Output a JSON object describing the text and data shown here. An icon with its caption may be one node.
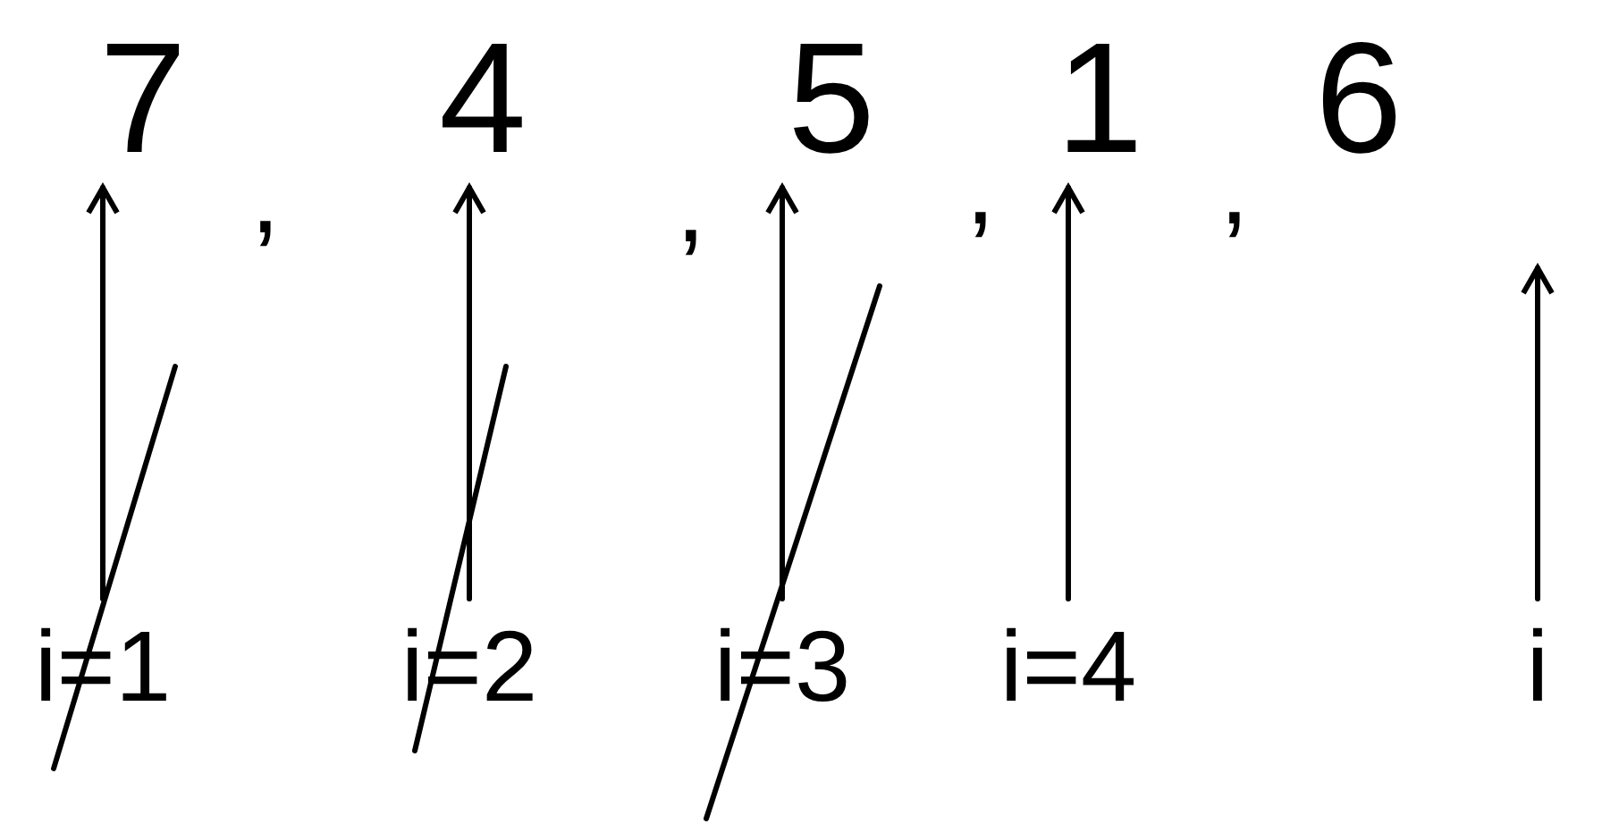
{
  "diagram": {
    "nodes": [
      {
        "text": [
          "7"
        ]
      },
      {
        "text": [
          "4"
        ]
      },
      {
        "text": [
          "5"
        ]
      },
      {
        "text": [
          "1"
        ]
      },
      {
        "text": [
          "6"
        ]
      },
      {
        "text": [
          "i=1"
        ]
      },
      {
        "text": [
          "i=2"
        ]
      },
      {
        "text": [
          "i=3"
        ]
      },
      {
        "text": [
          "i=4"
        ]
      },
      {
        "text": [
          "i"
        ]
      }
    ],
    "edges": [
      {
        "from": 5,
        "to": 0,
        "arrow": "to"
      },
      {
        "from": 6,
        "to": 1,
        "arrow": "to"
      },
      {
        "from": 7,
        "to": 2,
        "arrow": "to"
      },
      {
        "from": 8,
        "to": 3,
        "arrow": "to"
      },
      {
        "from": 9,
        "to": null,
        "arrow": "to"
      }
    ],
    "labels": [
      ",",
      ",",
      ",",
      ","
    ]
  }
}
